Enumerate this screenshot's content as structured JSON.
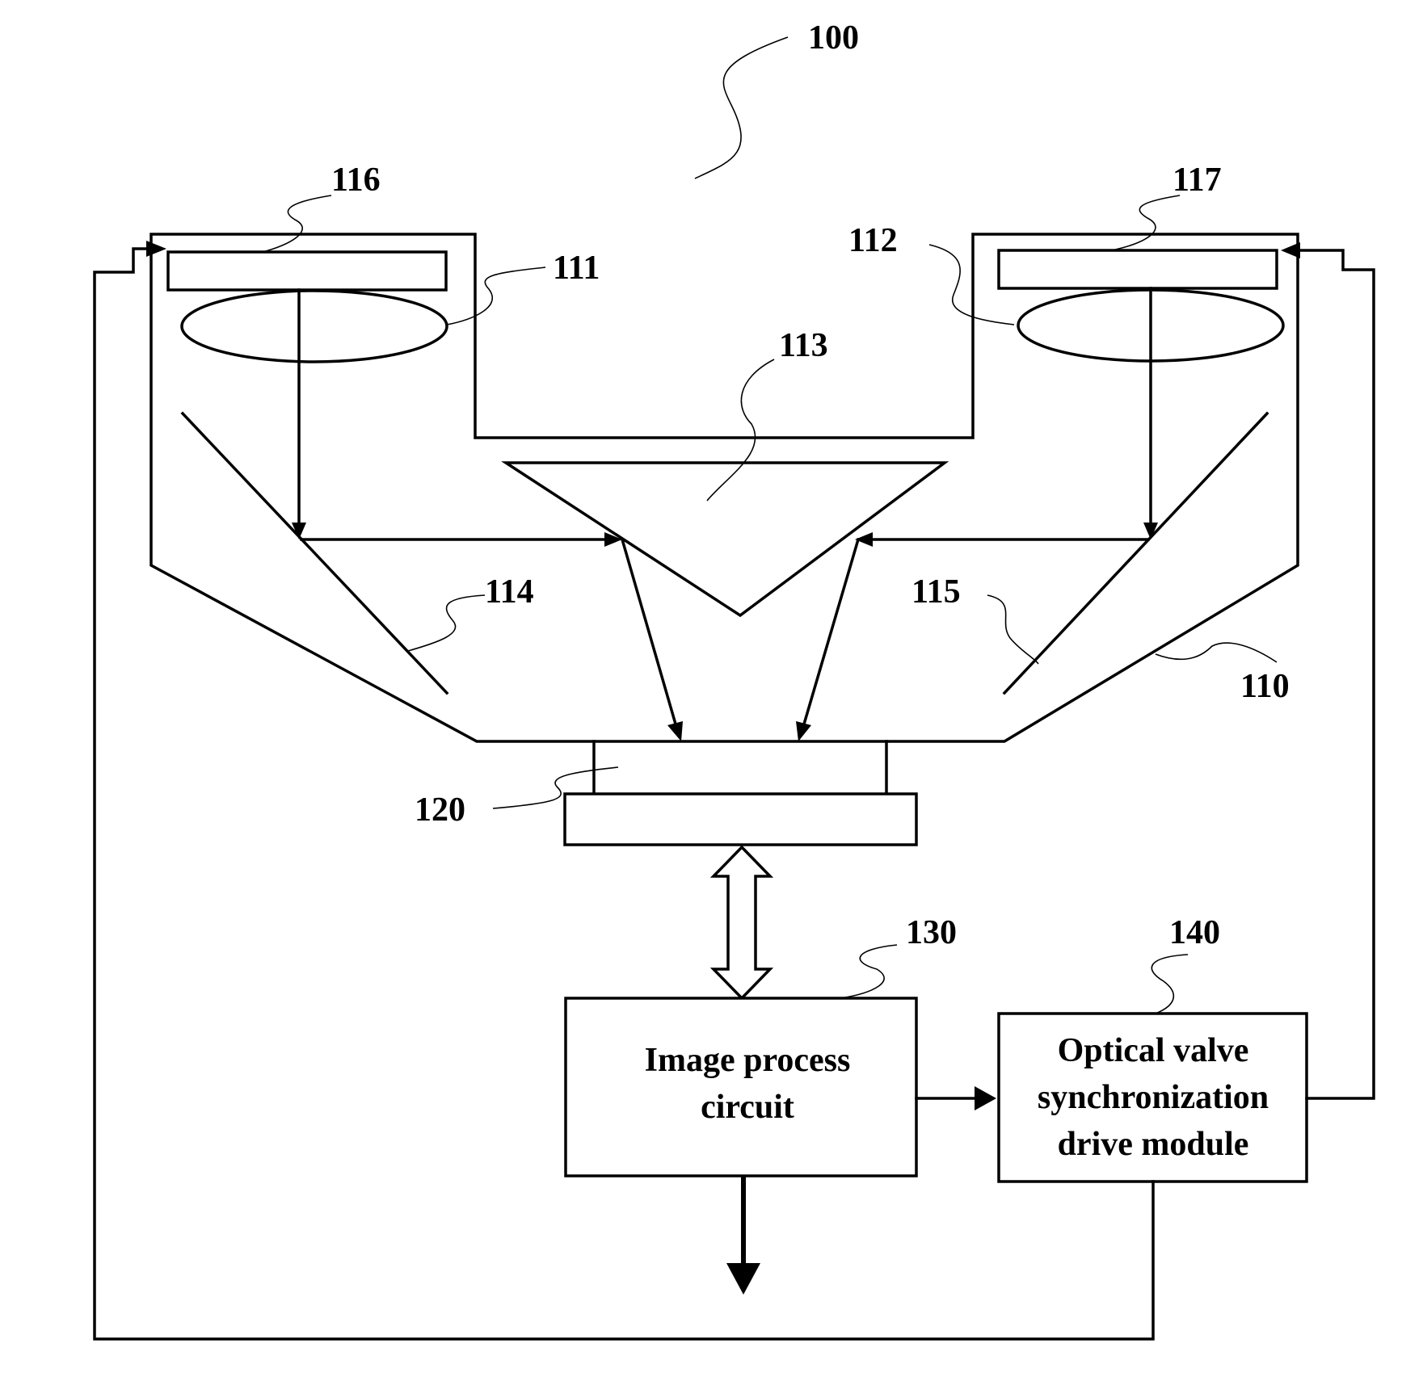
{
  "refs": {
    "r100": "100",
    "r110": "110",
    "r111": "111",
    "r112": "112",
    "r113": "113",
    "r114": "114",
    "r115": "115",
    "r116": "116",
    "r117": "117",
    "r120": "120",
    "r130": "130",
    "r140": "140"
  },
  "boxes": {
    "image_process": {
      "line1": "Image process",
      "line2": "circuit"
    },
    "drive_module": {
      "line1": "Optical valve",
      "line2": "synchronization",
      "line3": "drive module"
    }
  },
  "colors": {
    "line": "#000000",
    "background": "#ffffff"
  }
}
